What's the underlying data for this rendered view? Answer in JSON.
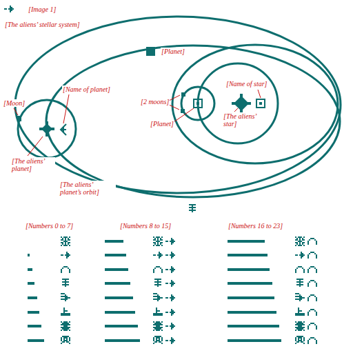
{
  "diagram": {
    "labels": [
      "[Image 1]",
      "[The aliens’ stellar system]",
      "[Planet]",
      "[Name of planet]",
      "[Moon]",
      "[2 moons]",
      "[Name of star]",
      "[Planet]",
      "[The aliens’ star]",
      "[The aliens’ planet]",
      "[The aliens’ planet’s orbit]",
      "[Numbers 0 to 7]",
      "[Numbers 8 to 15]",
      "[Numbers 16 to 23]"
    ]
  }
}
